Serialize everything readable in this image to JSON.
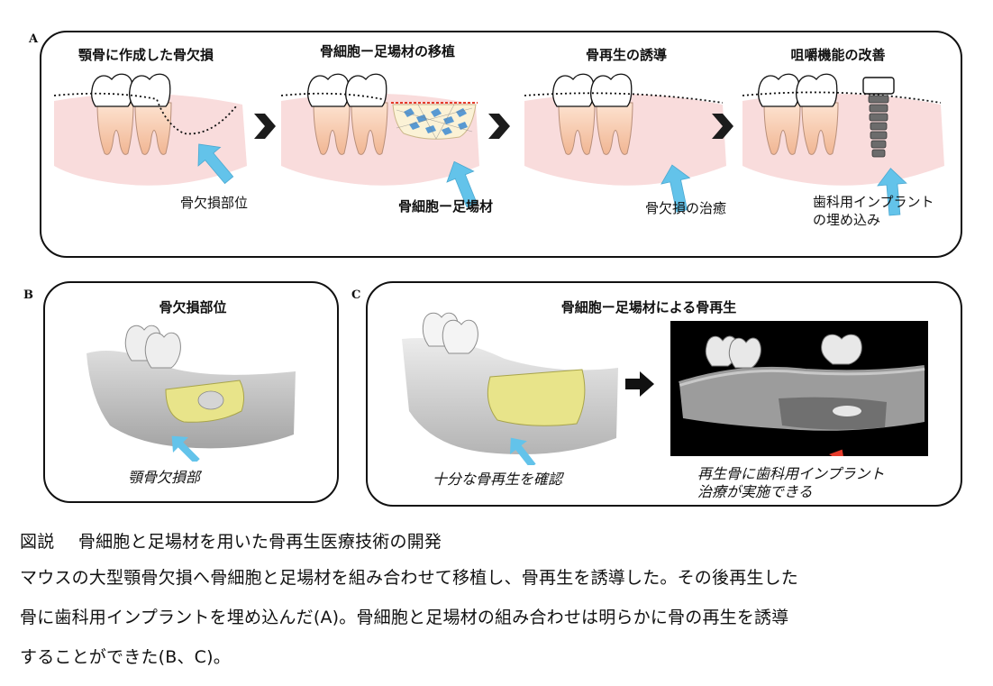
{
  "panel_a": {
    "letter": "A",
    "stages": [
      {
        "title": "顎骨に作成した骨欠損",
        "label": "骨欠損部位"
      },
      {
        "title": "骨細胞ー足場材の移植",
        "label": "骨細胞ー足場材"
      },
      {
        "title": "骨再生の誘導",
        "label": "骨欠損の治癒"
      },
      {
        "title": "咀嚼機能の改善",
        "label_line1": "歯科用インプラント",
        "label_line2": "の埋め込み"
      }
    ]
  },
  "panel_b": {
    "letter": "B",
    "title": "骨欠損部位",
    "label": "顎骨欠損部"
  },
  "panel_c": {
    "letter": "C",
    "title": "骨細胞ー足場材による骨再生",
    "label_left": "十分な骨再生を確認",
    "label_right_line1": "再生骨に歯科用インプラント",
    "label_right_line2": "治療が実施できる"
  },
  "caption": {
    "title_prefix": "図説",
    "title": "骨細胞と足場材を用いた骨再生医療技術の開発",
    "line1": "マウスの大型顎骨欠損へ骨細胞と足場材を組み合わせて移植し、骨再生を誘導した。その後再生した",
    "line2": "骨に歯科用インプラントを埋め込んだ(A)。骨細胞と足場材の組み合わせは明らかに骨の再生を誘導",
    "line3": "することができた(B、C)。"
  },
  "colors": {
    "gum": "#f9dcdc",
    "tooth_root": "#f4c2a2",
    "blue_arrow": "#63c3ea",
    "red_arrow": "#e53a2a",
    "scaffold_yellow": "#e8e48a",
    "dark_chevron": "#1c1c1c"
  }
}
